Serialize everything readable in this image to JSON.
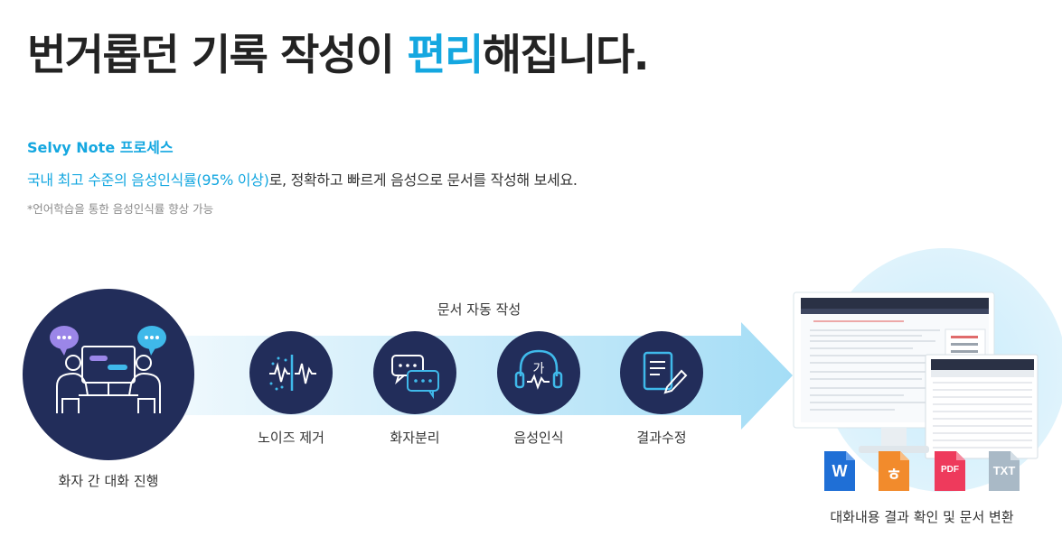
{
  "header": {
    "headline_pre": "번거롭던 기록 작성이 ",
    "headline_highlight": "편리",
    "headline_post": "해집니다."
  },
  "intro": {
    "subtitle": "Selvy Note 프로세스",
    "desc_highlight": "국내 최고 수준의 음성인식률(95% 이상)",
    "desc_rest": "로, 정확하고 빠르게 음성으로 문서를 작성해 보세요.",
    "note": "*언어학습을 통한 음성인식률 향상 가능"
  },
  "process": {
    "start_label": "화자 간 대화 진행",
    "flow_title": "문서 자동 작성",
    "steps": [
      {
        "label": "노이즈 제거",
        "icon": "waveform-icon"
      },
      {
        "label": "화자분리",
        "icon": "chat-bubbles-icon"
      },
      {
        "label": "음성인식",
        "icon": "headset-icon",
        "glyph": "가"
      },
      {
        "label": "결과수정",
        "icon": "edit-document-icon"
      }
    ],
    "end_label": "대화내용 결과 확인 및 문서 변환"
  },
  "formats": [
    {
      "name": "word-icon",
      "text": "W",
      "color": "#1f6fd6"
    },
    {
      "name": "hwp-icon",
      "text": "ㅎ",
      "color": "#f28b2c"
    },
    {
      "name": "pdf-icon",
      "text": "PDF",
      "color": "#ee3a5c"
    },
    {
      "name": "txt-icon",
      "text": "TXT",
      "color": "#a9b9c6"
    }
  ],
  "colors": {
    "accent": "#14a7e0",
    "navy": "#222d5a",
    "arrow_light": "#e4f5fc",
    "arrow_dark": "#9cdaf5"
  }
}
